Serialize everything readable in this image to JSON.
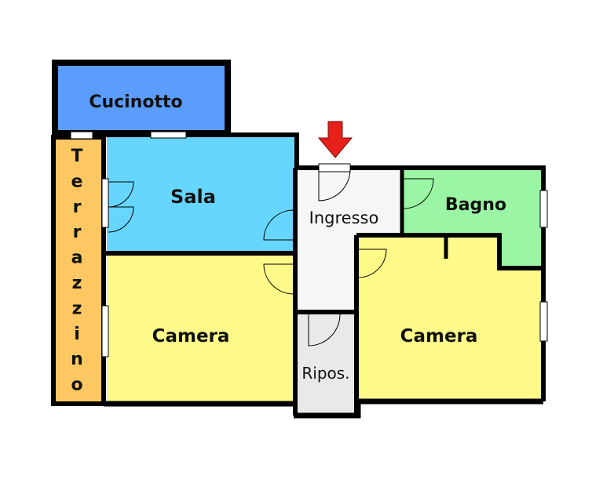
{
  "rooms": {
    "cucinotto": {
      "label": "Cucinotto",
      "color": "#5b9cff"
    },
    "terrazzino": {
      "letters": [
        "T",
        "e",
        "r",
        "r",
        "a",
        "z",
        "z",
        "i",
        "n",
        "o"
      ],
      "color": "#fdc862"
    },
    "sala": {
      "label": "Sala",
      "color": "#66d6ff"
    },
    "ingresso": {
      "label": "Ingresso",
      "color": "#f6f6f6"
    },
    "bagno": {
      "label": "Bagno",
      "color": "#9af5a4"
    },
    "camera_left": {
      "label": "Camera",
      "color": "#fdfa8a"
    },
    "camera_right": {
      "label": "Camera",
      "color": "#fdfa8a"
    },
    "ripos": {
      "label": "Ripos.",
      "color": "#e9e9e9"
    }
  },
  "entrance_arrow": {
    "icon": "down-arrow-icon",
    "color": "#e8201a"
  }
}
